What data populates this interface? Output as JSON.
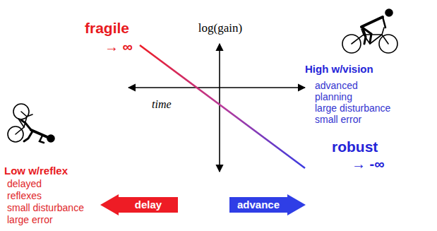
{
  "diagram": {
    "nodes": [
      {
        "text": [
          "delay"
        ]
      },
      {
        "text": [
          "advance"
        ]
      }
    ],
    "labels": [
      "log(gain)",
      "fragile",
      "→ ∞",
      "time",
      "High w/vision",
      "advanced",
      "planning",
      "large disturbance",
      "small error",
      "robust",
      "→ -∞",
      "Low w/reflex",
      "delayed",
      "reflexes",
      "small disturbance",
      "large error"
    ]
  }
}
